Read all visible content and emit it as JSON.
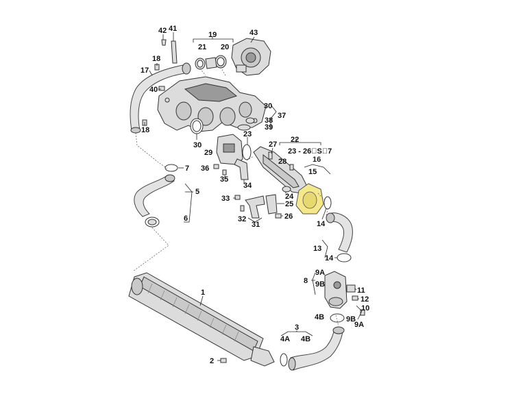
{
  "diagram": {
    "labels": {
      "l42": "42",
      "l41": "41",
      "l19": "19",
      "l43": "43",
      "l21": "21",
      "l20": "20",
      "l18a": "18",
      "l17": "17",
      "l40": "40",
      "l18b": "18",
      "l30a": "30",
      "l37": "37",
      "l38": "38",
      "l39": "39",
      "l30b": "30",
      "l22": "22",
      "l27": "27",
      "l23a": "23",
      "l23range": "23 - 26\u0000S\u00007",
      "l16": "16",
      "l29": "29",
      "l7": "7",
      "l28": "28",
      "l36": "36",
      "l15": "15",
      "l35": "35",
      "l34": "34",
      "l5": "5",
      "l33": "33",
      "l24": "24",
      "l25": "25",
      "l32": "32",
      "l26": "26",
      "l31": "31",
      "l6": "6",
      "l14a": "14",
      "l13": "13",
      "l14b": "14",
      "l9Aa": "9A",
      "l8": "8",
      "l9Ba": "9B",
      "l11": "11",
      "l12": "12",
      "l1": "1",
      "l10": "10",
      "l4Ba": "4B",
      "l9Bb": "9B",
      "l9Ab": "9A",
      "l3": "3",
      "l4A": "4A",
      "l4Bb": "4B",
      "l2": "2"
    },
    "highlighted_part": "16",
    "highlight_color": "#f4e88a"
  }
}
